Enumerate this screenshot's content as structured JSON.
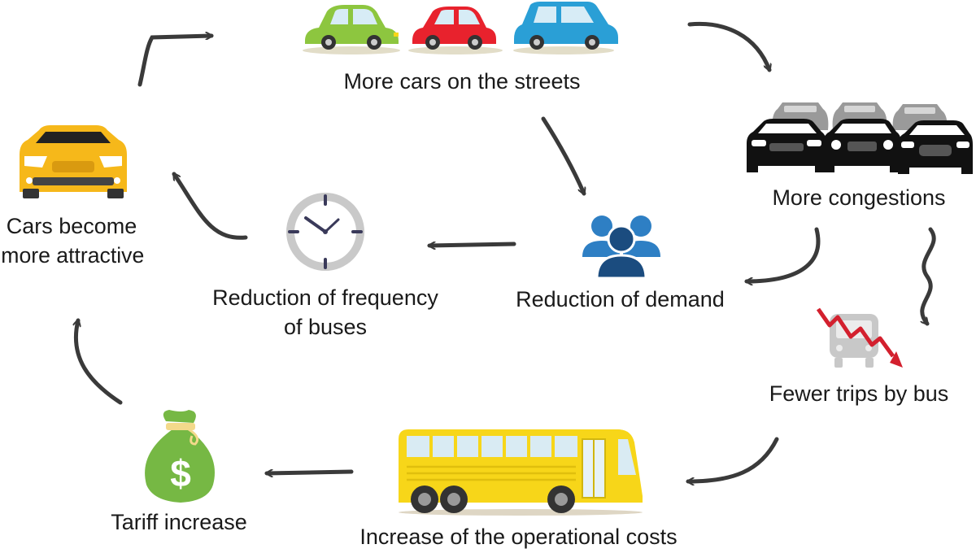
{
  "diagram": {
    "nodes": [
      {
        "id": "cars_on_streets",
        "label": "More cars on the streets",
        "icon": "three-cars-icon"
      },
      {
        "id": "congestion",
        "label": "More congestions",
        "icon": "traffic-jam-icon"
      },
      {
        "id": "fewer_trips",
        "label": "Fewer trips by bus",
        "icon": "bus-decline-icon"
      },
      {
        "id": "operational_costs",
        "label": "Increase of the operational costs",
        "icon": "bus-icon"
      },
      {
        "id": "tariff",
        "label": "Tariff increase",
        "icon": "money-bag-icon"
      },
      {
        "id": "attractive",
        "label_lines": [
          "Cars become",
          "more attractive"
        ],
        "icon": "car-front-icon"
      },
      {
        "id": "demand",
        "label": "Reduction of demand",
        "icon": "people-group-icon"
      },
      {
        "id": "frequency",
        "label_lines": [
          "Reduction of frequency",
          "of buses"
        ],
        "icon": "clock-icon"
      }
    ],
    "edges": [
      {
        "from": "attractive",
        "to": "cars_on_streets"
      },
      {
        "from": "cars_on_streets",
        "to": "congestion"
      },
      {
        "from": "congestion",
        "to": "fewer_trips"
      },
      {
        "from": "congestion",
        "to": "demand"
      },
      {
        "from": "fewer_trips",
        "to": "operational_costs"
      },
      {
        "from": "operational_costs",
        "to": "tariff"
      },
      {
        "from": "tariff",
        "to": "attractive"
      },
      {
        "from": "cars_on_streets",
        "to": "demand"
      },
      {
        "from": "demand",
        "to": "frequency"
      },
      {
        "from": "frequency",
        "to": "attractive"
      }
    ],
    "colors": {
      "arrow": "#3a3a3a",
      "car_green": "#8dc63f",
      "car_red": "#e8222d",
      "car_blue": "#2a9fd6",
      "taxi_yellow": "#f6b81a",
      "bus_yellow": "#f7d619",
      "money_green": "#76b844",
      "people_blue": "#2e7fc4",
      "decline_red": "#d3202e"
    }
  }
}
